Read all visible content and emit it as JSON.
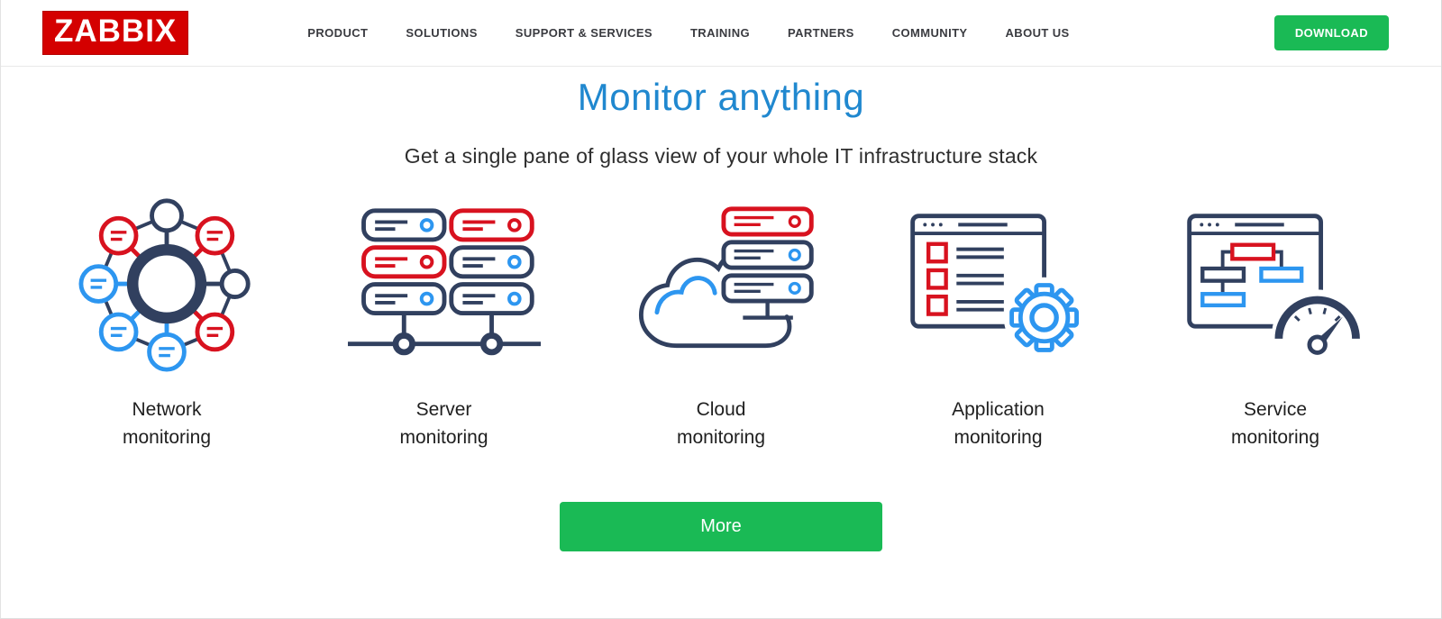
{
  "header": {
    "logo_text": "ZABBIX",
    "nav": [
      "PRODUCT",
      "SOLUTIONS",
      "SUPPORT & SERVICES",
      "TRAINING",
      "PARTNERS",
      "COMMUNITY",
      "ABOUT US"
    ],
    "download_label": "DOWNLOAD"
  },
  "hero": {
    "title": "Monitor anything",
    "subtitle": "Get a single pane of glass view of your whole IT infrastructure stack"
  },
  "features": [
    {
      "line1": "Network",
      "line2": "monitoring",
      "icon": "network-monitoring-icon"
    },
    {
      "line1": "Server",
      "line2": "monitoring",
      "icon": "server-monitoring-icon"
    },
    {
      "line1": "Cloud",
      "line2": "monitoring",
      "icon": "cloud-monitoring-icon"
    },
    {
      "line1": "Application",
      "line2": "monitoring",
      "icon": "application-monitoring-icon"
    },
    {
      "line1": "Service",
      "line2": "monitoring",
      "icon": "service-monitoring-icon"
    }
  ],
  "more_label": "More",
  "colors": {
    "brand_red": "#d40000",
    "title_blue": "#2088cf",
    "button_green": "#1aba55",
    "icon_navy": "#31405f",
    "icon_blue": "#2d96f0",
    "icon_red": "#d8121f"
  }
}
